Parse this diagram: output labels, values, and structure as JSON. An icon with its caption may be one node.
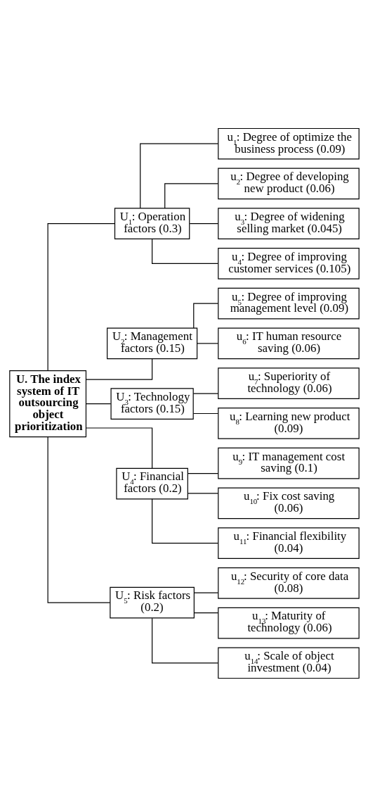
{
  "diagram": {
    "nodes": [
      {
        "text": [
          "U. The index system of IT outsourcing object prioritization"
        ]
      },
      {
        "text": [
          "U$_{1}$: Operation factors (0.3)"
        ]
      },
      {
        "text": [
          "u$_{1}$: Degree of optimize the business process (0.09)"
        ]
      },
      {
        "text": [
          "u$_{2}$: Degree of developing new product (0.06)"
        ]
      },
      {
        "text": [
          "u$_{3}$: Degree of widening selling market (0.045)"
        ]
      },
      {
        "text": [
          "u$_{4}$: Degree of improving customer services (0.105)"
        ]
      },
      {
        "text": [
          "U$_{2}$: Management factors (0.15)"
        ]
      },
      {
        "text": [
          "u$_{5}$: Degree of improving management level (0.09)"
        ]
      },
      {
        "text": [
          "u$_{6}$: IT human resource saving (0.06)"
        ]
      },
      {
        "text": [
          "U$_{3}$: Technology factors (0.15)"
        ]
      },
      {
        "text": [
          "u$_{7}$: Superiority of technology (0.06)"
        ]
      },
      {
        "text": [
          "u$_{8}$: Learning new product (0.09)"
        ]
      },
      {
        "text": [
          "U$_{4}$: Financial factors (0.2)"
        ]
      },
      {
        "text": [
          "u$_{9}$: IT management cost saving (0.1)"
        ]
      },
      {
        "text": [
          "u$_{10}$: Fix cost saving (0.06)"
        ]
      },
      {
        "text": [
          "u$_{11}$: Financial flexibility (0.04)"
        ]
      },
      {
        "text": [
          "U$_{5}$: Risk factors (0.2)"
        ]
      },
      {
        "text": [
          "u$_{12}$: Security of core data (0.08)"
        ]
      },
      {
        "text": [
          "u$_{13}$: Maturity of technology (0.06)"
        ]
      },
      {
        "text": [
          "u$_{14}$: Scale of object investment (0.04)"
        ]
      }
    ],
    "edges": [
      {
        "from": 0,
        "to": 1,
        "arrow": "none"
      },
      {
        "from": 1,
        "to": 2,
        "arrow": "none"
      },
      {
        "from": 1,
        "to": 3,
        "arrow": "none"
      },
      {
        "from": 1,
        "to": 4,
        "arrow": "none"
      },
      {
        "from": 1,
        "to": 5,
        "arrow": "none"
      },
      {
        "from": 0,
        "to": 6,
        "arrow": "none"
      },
      {
        "from": 6,
        "to": 7,
        "arrow": "none"
      },
      {
        "from": 6,
        "to": 8,
        "arrow": "none"
      },
      {
        "from": 0,
        "to": 9,
        "arrow": "none"
      },
      {
        "from": 9,
        "to": 10,
        "arrow": "none"
      },
      {
        "from": 9,
        "to": 11,
        "arrow": "none"
      },
      {
        "from": 0,
        "to": 12,
        "arrow": "none"
      },
      {
        "from": 12,
        "to": 13,
        "arrow": "none"
      },
      {
        "from": 12,
        "to": 14,
        "arrow": "none"
      },
      {
        "from": 12,
        "to": 15,
        "arrow": "none"
      },
      {
        "from": 0,
        "to": 16,
        "arrow": "none"
      },
      {
        "from": 16,
        "to": 17,
        "arrow": "none"
      },
      {
        "from": 16,
        "to": 18,
        "arrow": "none"
      },
      {
        "from": 16,
        "to": 19,
        "arrow": "none"
      }
    ]
  }
}
